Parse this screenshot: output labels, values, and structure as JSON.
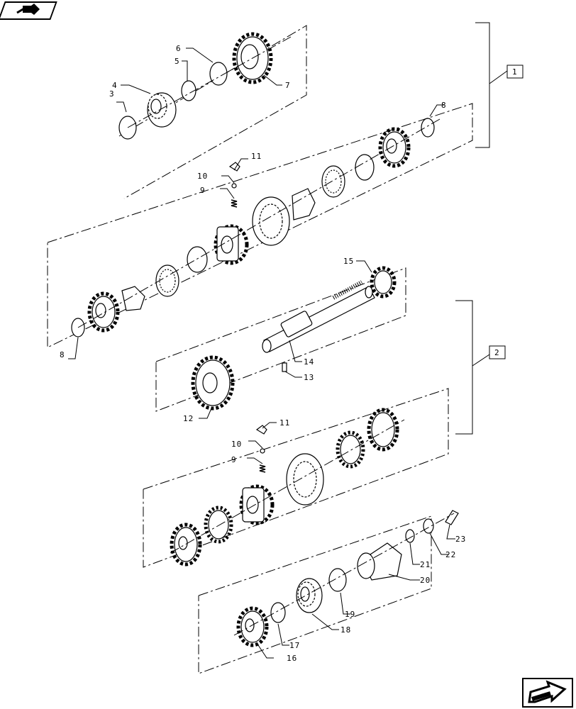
{
  "callouts": {
    "c1": "1",
    "c2": "2",
    "c3": "3",
    "c4": "4",
    "c5": "5",
    "c6": "6",
    "c7": "7",
    "c8a": "8",
    "c8b": "8",
    "c9a": "9",
    "c9b": "9",
    "c10a": "10",
    "c10b": "10",
    "c11a": "11",
    "c11b": "11",
    "c12": "12",
    "c13": "13",
    "c14": "14",
    "c15": "15",
    "c16": "16",
    "c17": "17",
    "c18": "18",
    "c19": "19",
    "c20": "20",
    "c21": "21",
    "c22": "22",
    "c23": "23"
  },
  "icons": {
    "top_left": "previous-page-icon",
    "bottom_right": "next-page-icon"
  }
}
